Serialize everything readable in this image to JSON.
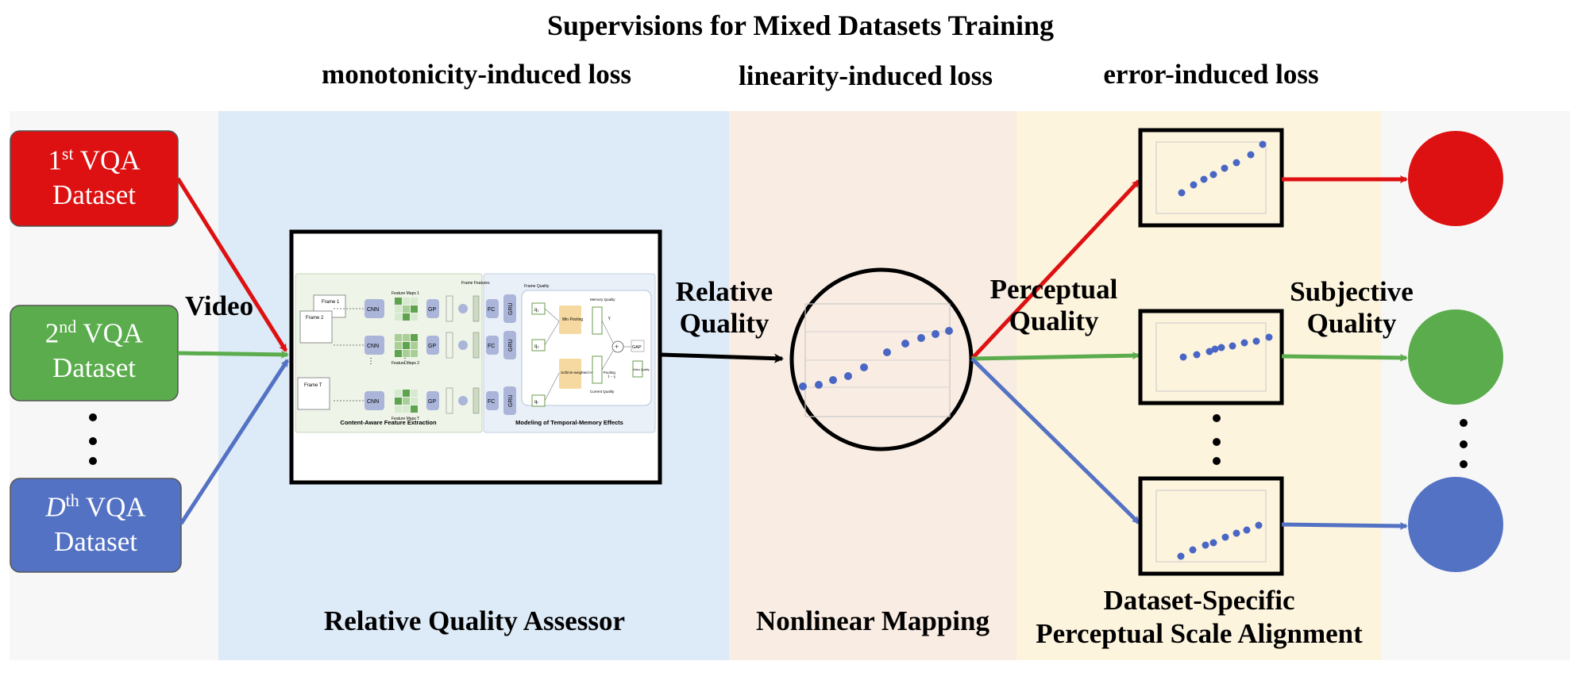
{
  "title": "Supervisions for Mixed Datasets Training",
  "losses": {
    "monotonicity": "monotonicity-induced loss",
    "linearity": "linearity-induced loss",
    "error": "error-induced loss"
  },
  "datasets": [
    {
      "prefix": "1",
      "sup": "st",
      "suffix": " VQA",
      "line2": "Dataset",
      "color": "#dd1111"
    },
    {
      "prefix": "2",
      "sup": "nd",
      "suffix": " VQA",
      "line2": "Dataset",
      "color": "#5aac4c"
    },
    {
      "prefix": "D",
      "sup": "th",
      "suffix": " VQA",
      "line2": "Dataset",
      "color": "#5472c4"
    }
  ],
  "labels": {
    "video": "Video",
    "relative_quality_1": "Relative",
    "relative_quality_2": "Quality",
    "perceptual_quality_1": "Perceptual",
    "perceptual_quality_2": "Quality",
    "subjective_quality_1": "Subjective",
    "subjective_quality_2": "Quality"
  },
  "sections": {
    "assessor": "Relative Quality Assessor",
    "mapping": "Nonlinear Mapping",
    "alignment_1": "Dataset-Specific",
    "alignment_2": "Perceptual Scale Alignment"
  },
  "inset": {
    "frames": [
      "Frame 1",
      "Frame 2",
      "Frame T"
    ],
    "cnn": "CNN",
    "gp": "GP",
    "fc": "FC",
    "gru": "GRU",
    "q_labels": [
      "q₁",
      "q₂",
      "qₜ"
    ],
    "feature_maps": [
      "Feature Maps 1",
      "Feature Maps 2",
      "Feature Maps T"
    ],
    "frame_features": "Frame Features",
    "frame_quality": "Frame Quality",
    "memory_quality": "Memory Quality",
    "min_pooling": "Min Pooling",
    "softmin": "Softmin-weighted Average Pooling",
    "current_quality": "Current Quality",
    "gap": "GAP",
    "video_quality": "Video Quality",
    "caption_left": "Content-Aware Feature Extraction",
    "caption_right": "Modeling of Temporal-Memory Effects",
    "gamma": "γ",
    "one_minus_gamma": "1 − γ"
  },
  "colors": {
    "red": "#dd1111",
    "green": "#5aac4c",
    "blue": "#5472c4",
    "assessor_bg": "#ddeaf7",
    "mapping_bg": "#f9ece3",
    "alignment_bg": "#fdf4de",
    "page_bg": "#f7f7f7",
    "dot": "#4a66c4"
  }
}
